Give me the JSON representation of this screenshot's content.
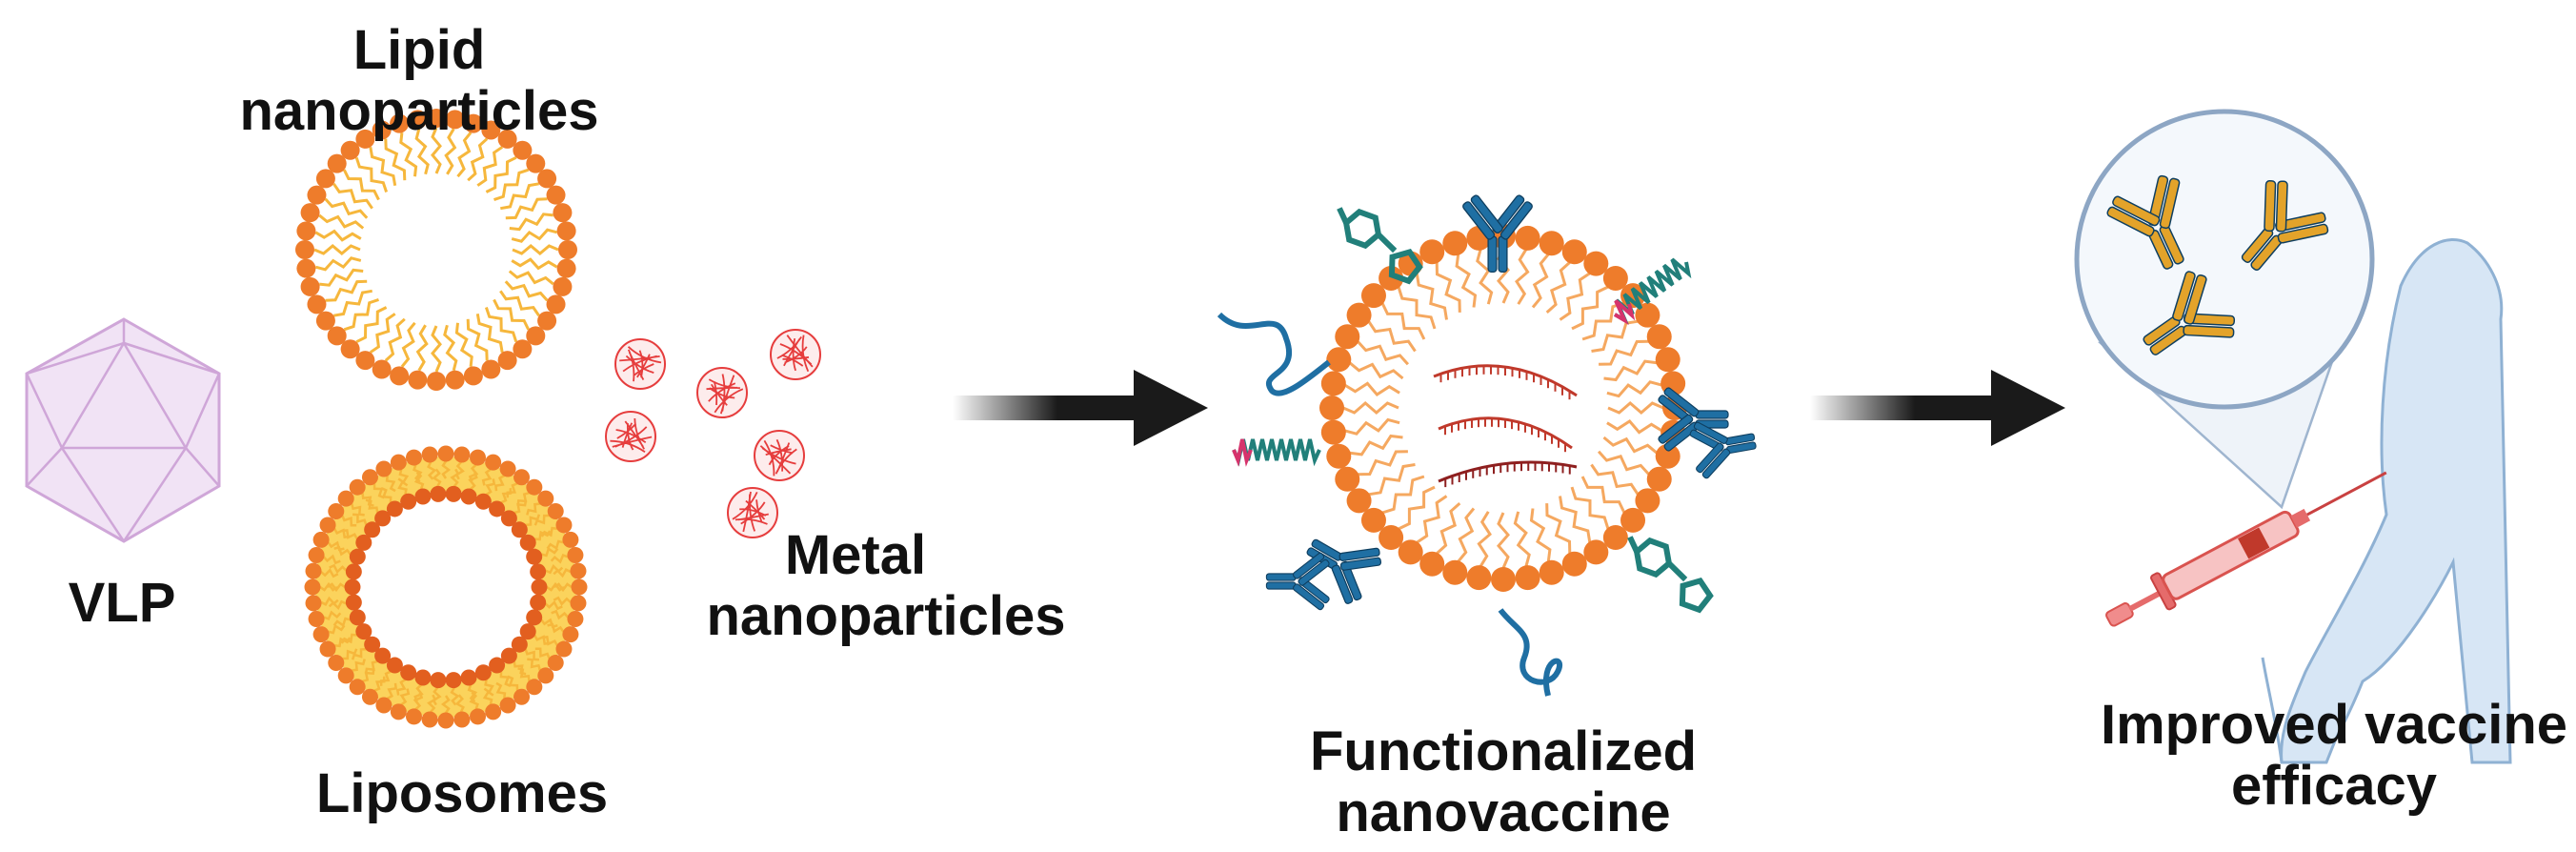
{
  "labels": {
    "lipid": [
      "Lipid",
      "nanoparticles"
    ],
    "vlp": "VLP",
    "liposomes": "Liposomes",
    "metal": [
      "Metal",
      "nanoparticles"
    ],
    "functionalized": [
      "Functionalized",
      "nanovaccine"
    ],
    "improved": [
      "Improved vaccine",
      "efficacy"
    ]
  },
  "icons": [
    "icosahedron-icon",
    "lipid-nanoparticle-icon",
    "liposome-icon",
    "metal-nanoparticle-icon",
    "nanovaccine-icon",
    "antibody-icon",
    "syringe-icon",
    "arm-icon",
    "magnifier-icon"
  ],
  "colors": {
    "head": "#ee7c2b",
    "head_dark": "#e25f1f",
    "tail": "#f6b73c",
    "vlp": "#cfa6d8",
    "vlp_fill": "#f1e3f5",
    "metal": "#e63d3d",
    "antibody_blue": "#1f6fa3",
    "antibody_gold": "#e3a32a",
    "teal": "#217f7a",
    "pink": "#d6336c",
    "rna": "#c0392b",
    "arm": "#d7e6f5",
    "arm_stroke": "#8fb1d3",
    "arrow": "#1a1a1a"
  }
}
